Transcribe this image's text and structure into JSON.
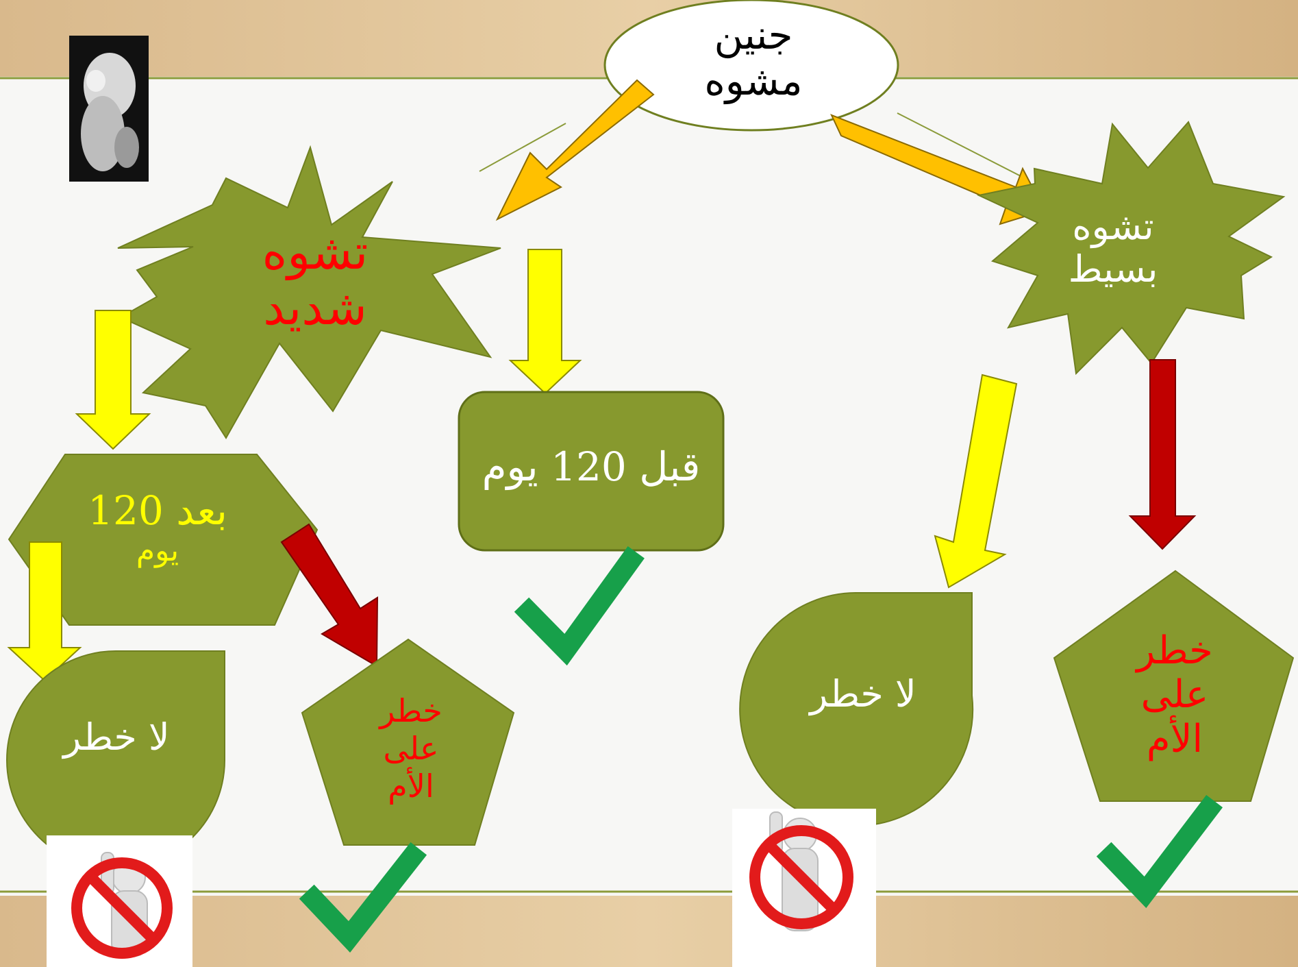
{
  "root": {
    "line1": "جنين",
    "line2": "مشوه"
  },
  "severe": {
    "line1": "تشوه",
    "line2": "شديد"
  },
  "mild": {
    "line1": "تشوه",
    "line2": "بسيط"
  },
  "before120": {
    "text": "قبل 120 يوم"
  },
  "after120": {
    "line1": "بعد 120",
    "line2": "يوم"
  },
  "no_risk_left": {
    "text": "لا خطر"
  },
  "no_risk_right": {
    "text": "لا خطر"
  },
  "mother_risk_left": {
    "line1": "خطر",
    "line2": "على",
    "line3": "الأم"
  },
  "mother_risk_right": {
    "line1": "خطر",
    "line2": "على",
    "line3": "الأم"
  },
  "icons": [
    "fetus-image",
    "check-icon",
    "no-entry-figure-icon"
  ],
  "colors": {
    "shape_fill": "#87992e",
    "arrow_yellow": "#ffff00",
    "arrow_orange": "#ffc000",
    "arrow_red": "#c00000",
    "check_green": "#17a04a",
    "text_red": "#ff0000",
    "text_yellow": "#ffff00",
    "text_white": "#ffffff"
  }
}
